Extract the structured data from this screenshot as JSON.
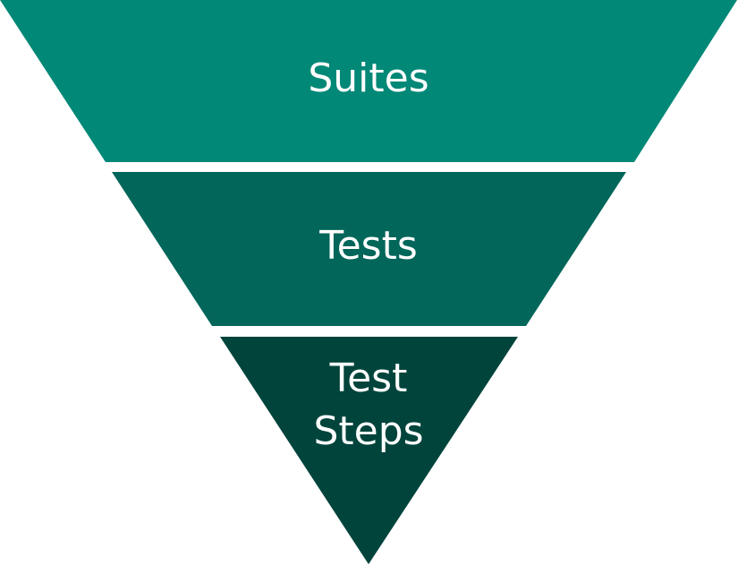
{
  "diagram": {
    "type": "inverted-funnel",
    "levels": [
      {
        "label_lines": [
          "Suites"
        ],
        "color": "#028877"
      },
      {
        "label_lines": [
          "Tests"
        ],
        "color": "#02665A"
      },
      {
        "label_lines": [
          "Test",
          "Steps"
        ],
        "color": "#00443C"
      }
    ],
    "label_color": "#FFFFFF",
    "background_color": "#FFFFFF"
  }
}
